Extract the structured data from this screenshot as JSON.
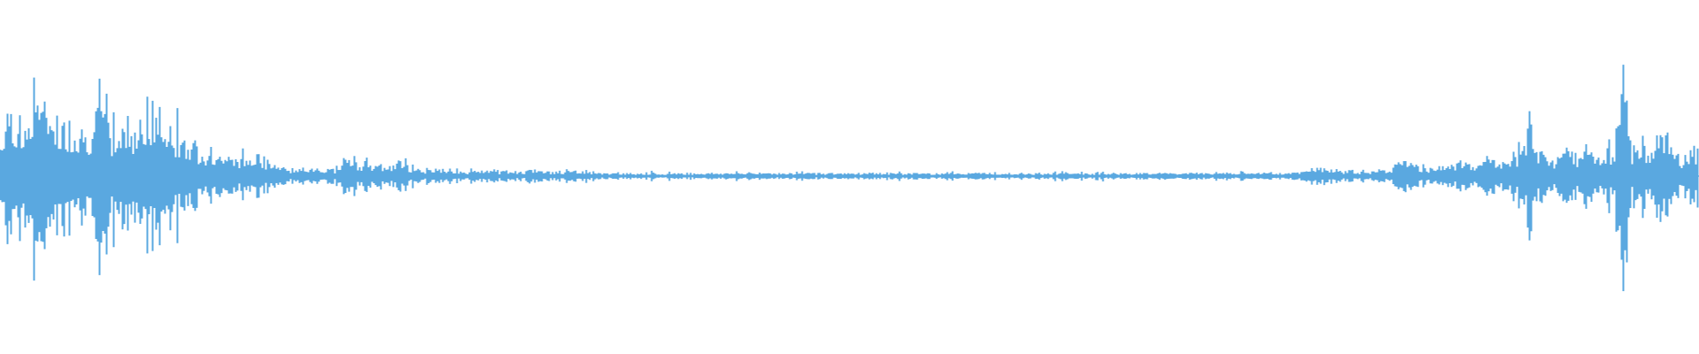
{
  "waveform": {
    "color": "#5aa8e0",
    "background": "#ffffff",
    "peaks": [
      0.22,
      0.55,
      0.32,
      0.28,
      0.7,
      0.4,
      0.46,
      0.32,
      0.38,
      0.34,
      0.3,
      0.36,
      0.44,
      0.3,
      0.32,
      0.36,
      0.38,
      0.34,
      0.4,
      0.3,
      0.3,
      0.28,
      0.26,
      0.2,
      0.18,
      0.16,
      0.14,
      0.12,
      0.12,
      0.1,
      0.1,
      0.12,
      0.08,
      0.06,
      0.05,
      0.04,
      0.05,
      0.06,
      0.04,
      0.05,
      0.04,
      0.2,
      0.08,
      0.1,
      0.06,
      0.08,
      0.06,
      0.1,
      0.06,
      0.05,
      0.04,
      0.05,
      0.04,
      0.04,
      0.03,
      0.03,
      0.03,
      0.04,
      0.03,
      0.03,
      0.03,
      0.03,
      0.03,
      0.04,
      0.03,
      0.03,
      0.03,
      0.03,
      0.04,
      0.03,
      0.02,
      0.02,
      0.02,
      0.02,
      0.02,
      0.02,
      0.02,
      0.02,
      0.02,
      0.02,
      0.02,
      0.02,
      0.02,
      0.02,
      0.02,
      0.02,
      0.02,
      0.02,
      0.02,
      0.02,
      0.02,
      0.02,
      0.02,
      0.02,
      0.02,
      0.02,
      0.02,
      0.02,
      0.02,
      0.02,
      0.02,
      0.02,
      0.02,
      0.02,
      0.02,
      0.02,
      0.02,
      0.02,
      0.02,
      0.02,
      0.02,
      0.02,
      0.02,
      0.02,
      0.02,
      0.02,
      0.02,
      0.02,
      0.02,
      0.02,
      0.02,
      0.02,
      0.02,
      0.02,
      0.02,
      0.02,
      0.02,
      0.02,
      0.02,
      0.02,
      0.02,
      0.02,
      0.02,
      0.02,
      0.02,
      0.02,
      0.02,
      0.02,
      0.02,
      0.02,
      0.02,
      0.02,
      0.02,
      0.02,
      0.02,
      0.02,
      0.02,
      0.02,
      0.02,
      0.02,
      0.02,
      0.02,
      0.02,
      0.03,
      0.04,
      0.06,
      0.05,
      0.04,
      0.03,
      0.04,
      0.03,
      0.03,
      0.04,
      0.04,
      0.06,
      0.1,
      0.08,
      0.06,
      0.05,
      0.06,
      0.07,
      0.08,
      0.1,
      0.08,
      0.07,
      0.12,
      0.1,
      0.08,
      0.1,
      0.14,
      0.4,
      0.2,
      0.12,
      0.1,
      0.22,
      0.16,
      0.14,
      0.2,
      0.12,
      0.16,
      0.16,
      0.78,
      0.14,
      0.26,
      0.18,
      0.3,
      0.24,
      0.16,
      0.12,
      0.2
    ]
  }
}
